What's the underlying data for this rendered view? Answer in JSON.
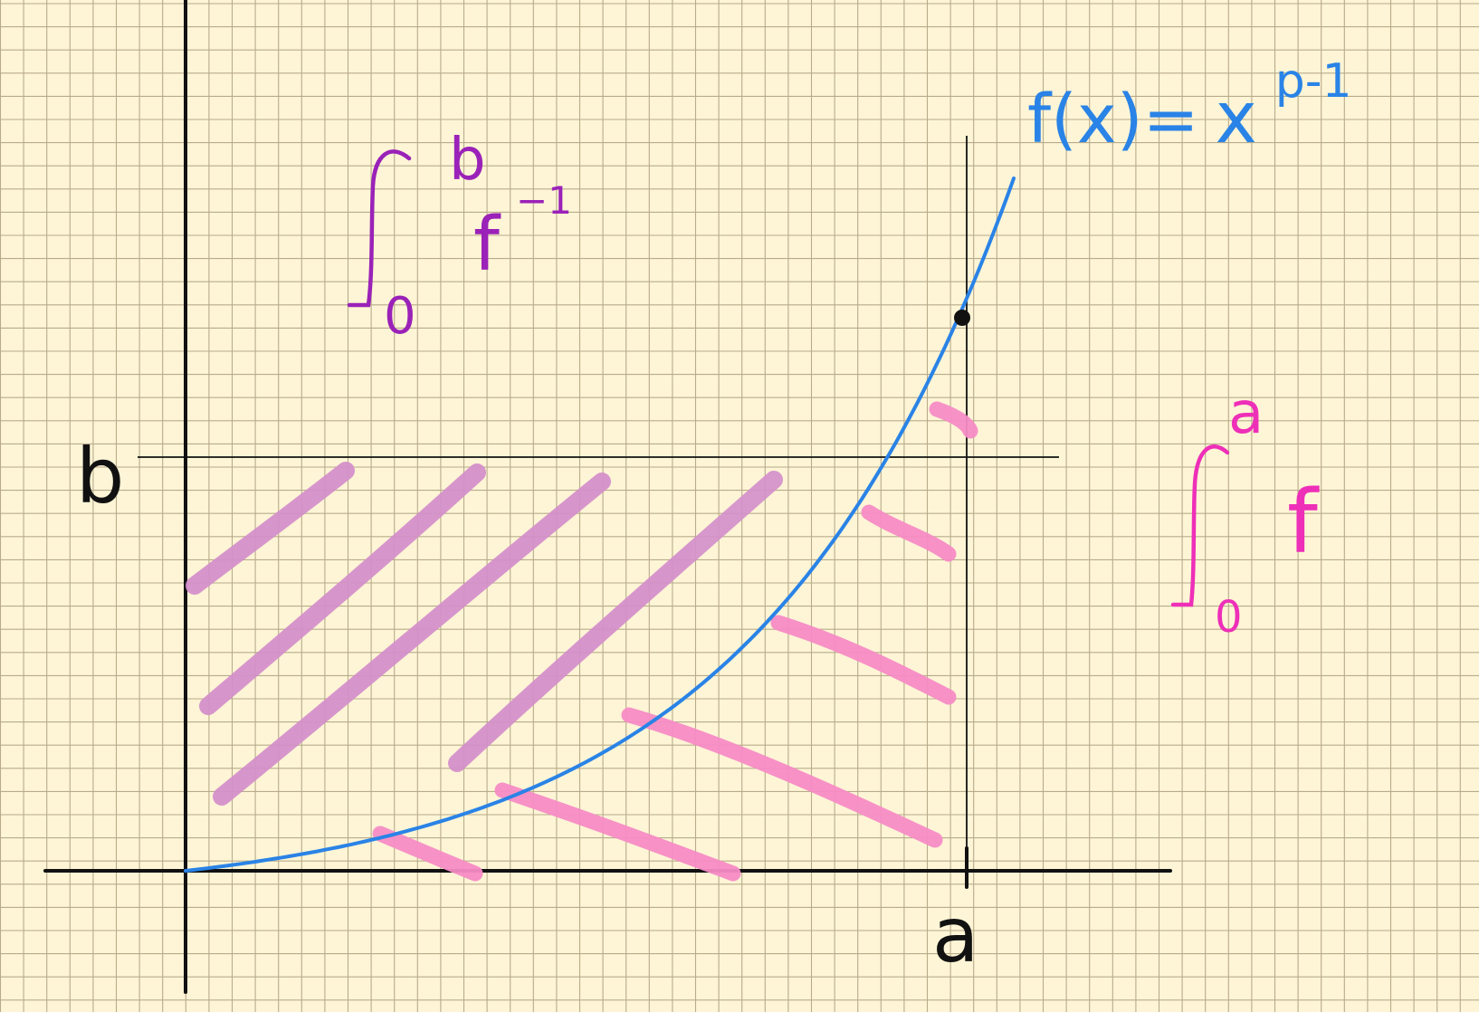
{
  "colors": {
    "paper": "#fdf5d6",
    "grid": "#b8ab8a",
    "axis": "#111111",
    "curve": "#2a83e6",
    "hatch_inverse": "#d48fcb",
    "hatch_function": "#f78cc6",
    "label_inverse": "#9a22b8",
    "label_function": "#ee2fb8"
  },
  "labels": {
    "function_lhs": "f(x)=",
    "function_base": "x",
    "function_exponent": "p-1",
    "integral_inverse_upper": "b",
    "integral_inverse_lower": "0",
    "integral_inverse_integrand": "f",
    "integral_inverse_superscript": "−1",
    "integral_function_upper": "a",
    "integral_function_lower": "0",
    "integral_function_integrand": "f",
    "axis_b": "b",
    "axis_a": "a"
  },
  "icons": {
    "integral_sign": "integral-sign-icon",
    "point_marker": "point-marker-icon"
  }
}
